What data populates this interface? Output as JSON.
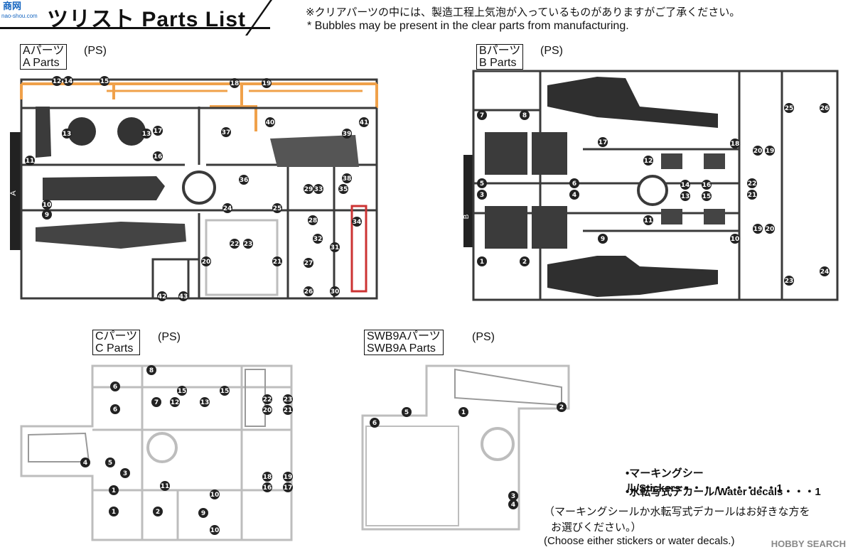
{
  "header": {
    "logo_text": "商网",
    "logo_sub": "nao-shou.com",
    "title": "ツリスト Parts List",
    "note_jp": "※クリアパーツの中には、製造工程上気泡が入っているものがありますがご了承ください。",
    "note_en": "* Bubbles may be present in the clear parts from manufacturing."
  },
  "runners": {
    "a": {
      "label_jp": "Aパーツ",
      "label_en": "A Parts",
      "material": "(PS)",
      "side_mark": "A",
      "numbers": [
        "12",
        "14",
        "15",
        "18",
        "19",
        "13",
        "13",
        "17",
        "37",
        "40",
        "41",
        "39",
        "11",
        "16",
        "36",
        "38",
        "10",
        "9",
        "24",
        "25",
        "29",
        "33",
        "35",
        "28",
        "34",
        "22",
        "23",
        "32",
        "20",
        "21",
        "31",
        "27",
        "42",
        "43",
        "26",
        "30"
      ]
    },
    "b": {
      "label_jp": "Bパーツ",
      "label_en": "B Parts",
      "material": "(PS)",
      "side_mark": "B",
      "numbers": [
        "7",
        "8",
        "25",
        "26",
        "17",
        "18",
        "20",
        "19",
        "12",
        "5",
        "6",
        "3",
        "4",
        "22",
        "21",
        "13",
        "16",
        "14",
        "15",
        "11",
        "19",
        "20",
        "9",
        "10",
        "1",
        "2",
        "23",
        "24"
      ]
    },
    "c": {
      "label_jp": "Cパーツ",
      "label_en": "C Parts",
      "material": "(PS)",
      "numbers": [
        "8",
        "6",
        "15",
        "15",
        "6",
        "7",
        "12",
        "13",
        "22",
        "20",
        "23",
        "21",
        "4",
        "5",
        "3",
        "18",
        "16",
        "19",
        "17",
        "1",
        "11",
        "10",
        "1",
        "2",
        "9",
        "10"
      ]
    },
    "swb": {
      "label_jp": "SWB9Aパーツ",
      "label_en": "SWB9A Parts",
      "material": "(PS)",
      "numbers": [
        "6",
        "5",
        "1",
        "2",
        "3",
        "4"
      ]
    }
  },
  "extras": {
    "stickers": "•マーキングシール/Stickers・・・・・・・・・1",
    "decals": "•水転写式デカール/Water decals・・・1",
    "note_jp_1": "（マーキングシールか水転写式デカールはお好きな方を",
    "note_jp_2": "お選びください。）",
    "note_en": "(Choose either stickers or water decals.)"
  },
  "watermark": "HOBBY SEARCH",
  "colors": {
    "runner_dark": "#3a3a3a",
    "runner_orange": "#f0a14a",
    "runner_red": "#c33",
    "runner_light": "#bdbdbd",
    "number_bubble": "#222"
  }
}
